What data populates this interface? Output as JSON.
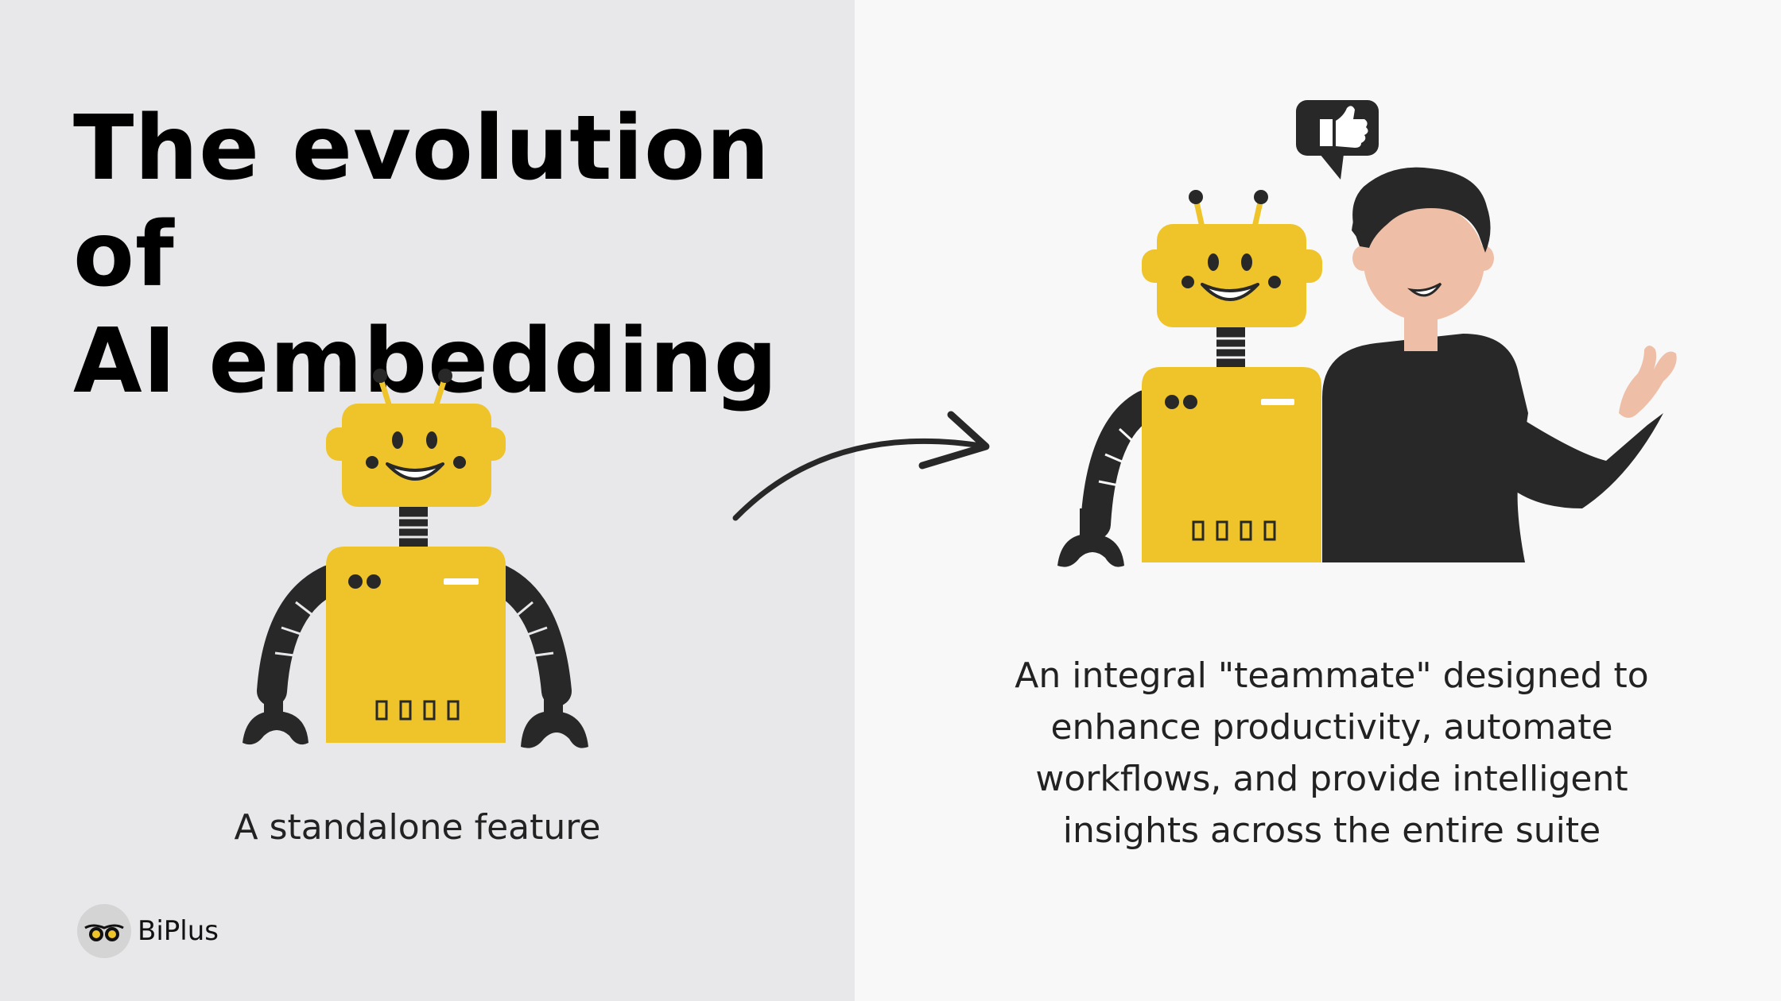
{
  "slide": {
    "title_line1": "The evolution of",
    "title_line2": "AI embedding",
    "left_caption": "A standalone feature",
    "right_caption": "An integral \"teammate\" designed to enhance productivity, automate workflows, and provide intelligent insights across the entire suite"
  },
  "brand": {
    "name": "BiPlus"
  },
  "icons": {
    "robot_left": "robot-illustration",
    "robot_right": "robot-illustration",
    "person": "person-illustration",
    "speech_bubble": "thumbs-up-speech-bubble-icon",
    "arrow": "curved-arrow-icon",
    "logo": "owl-eyes-logo-icon"
  },
  "colors": {
    "left_background": "#e8e8eb",
    "right_background": "#f8f8f8",
    "robot_yellow": "#eec42a",
    "dark": "#272827",
    "skin": "#eebfa6"
  }
}
